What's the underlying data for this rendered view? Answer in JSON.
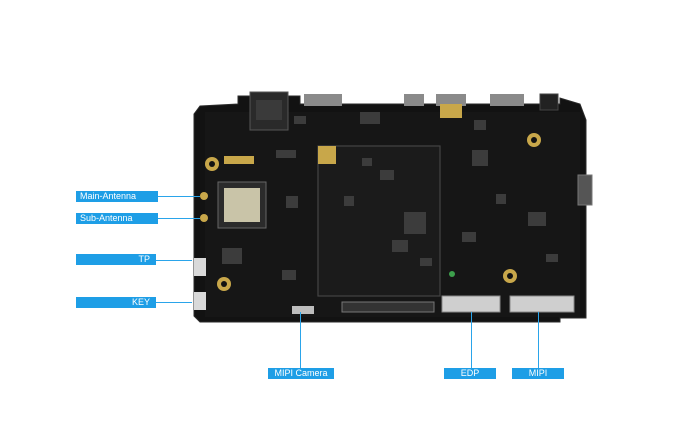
{
  "colors": {
    "background": "#ffffff",
    "label_fill": "#1e9ee6",
    "label_text": "#ffffff",
    "leader_line": "#2aa4ea",
    "pcb": "#121212",
    "gold": "#c8a74a"
  },
  "callouts": {
    "main_antenna": "Main-Antenna",
    "sub_antenna": "Sub-Antenna",
    "tp": "TP",
    "key": "KEY",
    "mipi_camera": "MIPI Camera",
    "edp": "EDP",
    "mipi": "MIPI"
  }
}
